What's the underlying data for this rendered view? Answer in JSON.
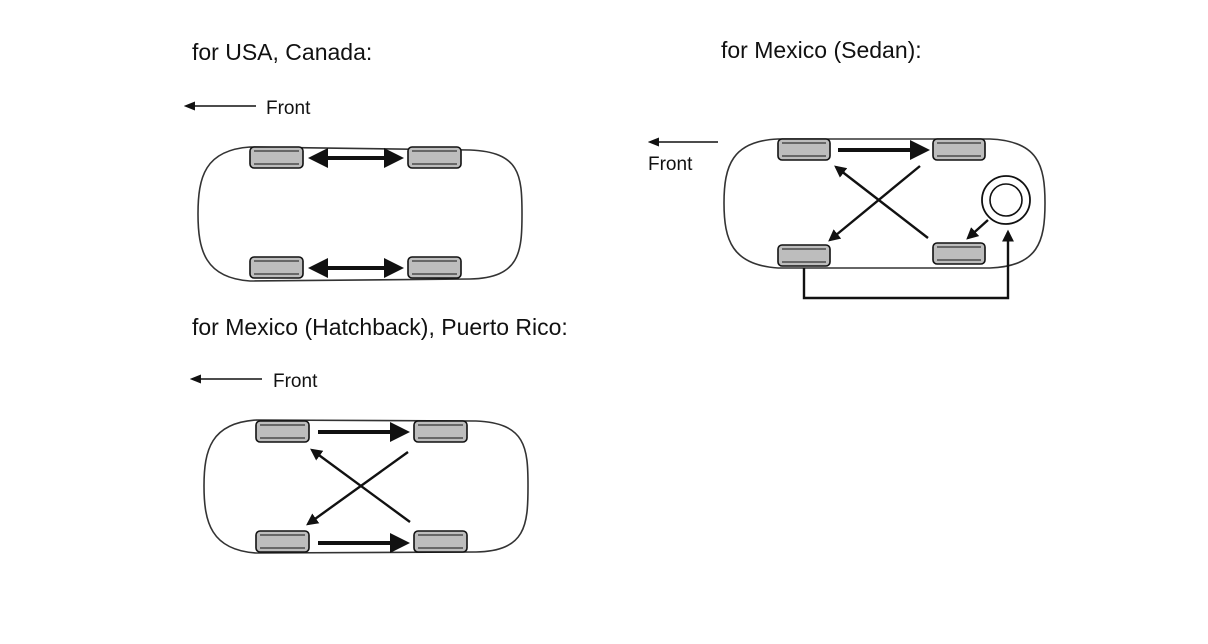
{
  "diagrams": {
    "usa_canada": {
      "title": "for USA, Canada:",
      "front_label": "Front"
    },
    "mexico_sedan": {
      "title": "for Mexico (Sedan):",
      "front_label": "Front"
    },
    "mexico_hatchback_pr": {
      "title": "for Mexico (Hatchback), Puerto Rico:",
      "front_label": "Front"
    }
  },
  "colors": {
    "line": "#111111",
    "tire_fill": "#bdbdbd",
    "background": "#ffffff"
  }
}
